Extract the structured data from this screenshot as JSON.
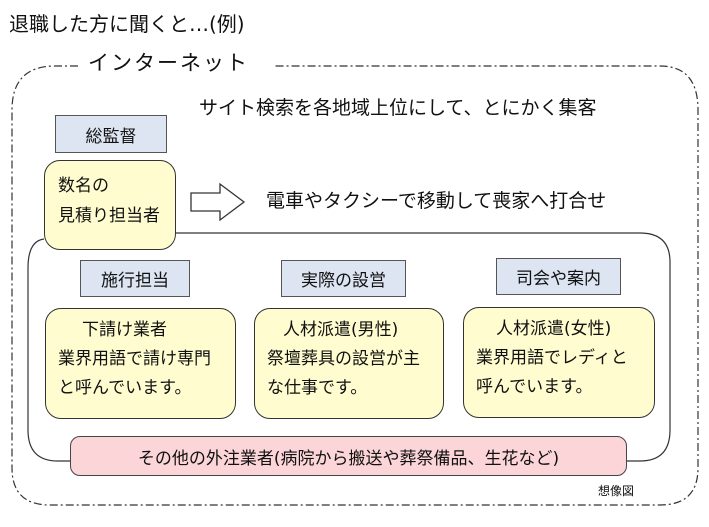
{
  "page_title": "退職した方に聞くと…(例)",
  "frame_label": "インターネット",
  "site_search_note": "サイト検索を各地域上位にして、とにかく集客",
  "supervisor": "総監督",
  "estimator": {
    "line1": "数名の",
    "line2": "見積り担当者"
  },
  "move_note": "電車やタクシーで移動して喪家へ打合せ",
  "groups": [
    {
      "header": "施行担当",
      "card_title": "下請け業者",
      "line1": "業界用語で請け専門",
      "line2": "と呼んでいます。"
    },
    {
      "header": "実際の設営",
      "card_title": "人材派遣(男性)",
      "line1": "祭壇葬具の設営が主",
      "line2": "な仕事です。"
    },
    {
      "header": "司会や案内",
      "card_title": "人材派遣(女性)",
      "line1": "業界用語でレディと",
      "line2": "呼んでいます。"
    }
  ],
  "other_vendors": "その他の外注業者(病院から搬送や葬祭備品、生花など)",
  "image_note": "想像図"
}
